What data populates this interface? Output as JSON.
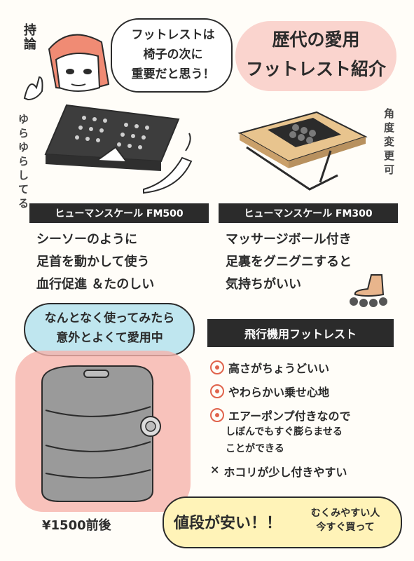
{
  "intro": {
    "side_label": "持論",
    "speech_line1": "フットレストは",
    "speech_line2": "椅子の次に",
    "speech_line3": "重要だと思う！",
    "title_line1": "歴代の愛用",
    "title_line2": "フットレスト紹介"
  },
  "product1": {
    "side_note": "ゆらゆらしてる",
    "name": "ヒューマンスケール FM500",
    "desc_line1": "シーソーのように",
    "desc_line2": "足首を動かして使う",
    "desc_line3": "血行促進 ＆たのしい"
  },
  "product2": {
    "side_note": "角度変更可",
    "name": "ヒューマンスケール FM300",
    "desc_line1": "マッサージボール付き",
    "desc_line2": "足裏をグニグニすると",
    "desc_line3": "気持ちがいい"
  },
  "product3": {
    "bubble_line1": "なんとなく使ってみたら",
    "bubble_line2": "意外とよくて愛用中",
    "title": "飛行機用フットレスト",
    "pros": [
      "高さがちょうどいい",
      "やわらかい乗せ心地",
      "エアーポンプ付きなので"
    ],
    "pros_sub_line1": "しぼんでもすぐ膨らませる",
    "pros_sub_line2": "ことができる",
    "con_mark": "×",
    "con": "ホコリが少し付きやすい",
    "price": "¥1500前後",
    "cheap_label": "値段が安い！！",
    "cheap_note_line1": "むくみやすい人",
    "cheap_note_line2": "今すぐ買って"
  },
  "colors": {
    "accent": "#e0634c",
    "blue_bubble": "#bfe6ef",
    "pink_glow": "#f6b3ab",
    "yellow_bubble": "#fff3b8",
    "wood": "#e8c48e"
  }
}
